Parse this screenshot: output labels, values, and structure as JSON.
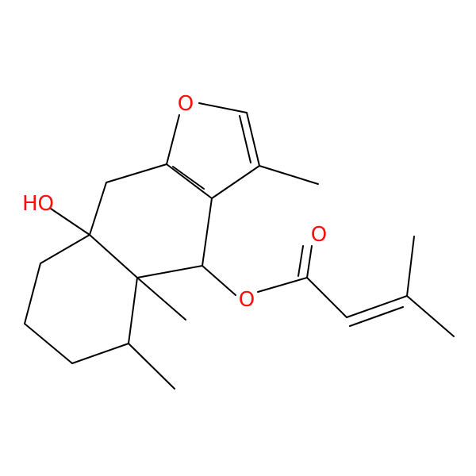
{
  "colors": {
    "bond": "#000000",
    "oxygen": "#ff0d0d",
    "background": "#ffffff"
  },
  "atom_labels": {
    "furan_o": "O",
    "hydroxyl": "HO",
    "ester_o": "O",
    "carbonyl_o": "O"
  }
}
